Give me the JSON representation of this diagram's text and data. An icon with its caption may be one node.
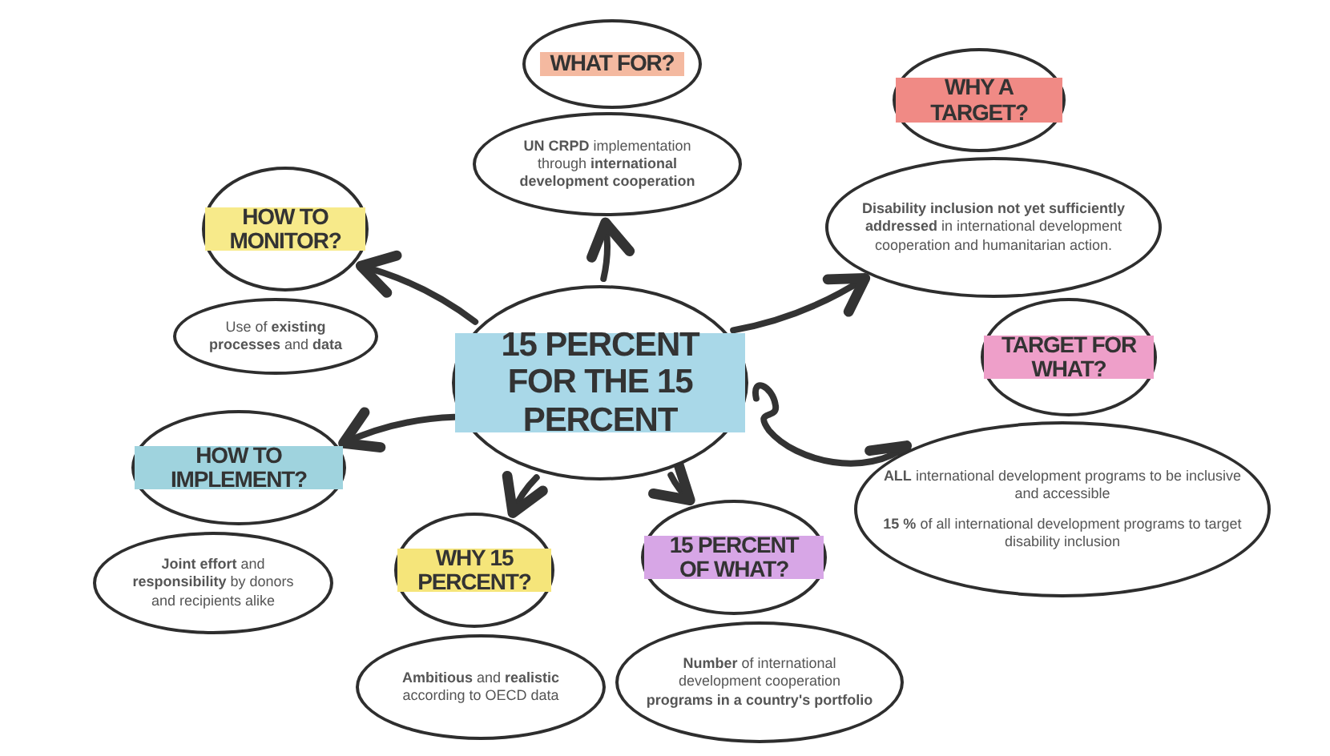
{
  "diagram": {
    "nodes": [
      {
        "text": [
          "15 PERCENT FOR THE 15 PERCENT"
        ]
      },
      {
        "text": [
          "WHAT FOR?"
        ]
      },
      {
        "text": [
          "**UN CRPD** implementation through **international development cooperation**"
        ]
      },
      {
        "text": [
          "WHY A TARGET?"
        ]
      },
      {
        "text": [
          "**Disability inclusion not yet sufficiently addressed** in international development cooperation and humanitarian action."
        ]
      },
      {
        "text": [
          "HOW TO MONITOR?"
        ]
      },
      {
        "text": [
          "Use of **existing processes** and **data**"
        ]
      },
      {
        "text": [
          "TARGET FOR WHAT?"
        ]
      },
      {
        "text": [
          "**ALL** international development programs to be inclusive and accessible",
          "**15 %** of all international development programs to target disability inclusion"
        ]
      },
      {
        "text": [
          "HOW TO IMPLEMENT?"
        ]
      },
      {
        "text": [
          "**Joint effort** and **responsibility** by donors and recipients alike"
        ]
      },
      {
        "text": [
          "WHY 15 PERCENT?"
        ]
      },
      {
        "text": [
          "**Ambitious** and **realistic** according to OECD data"
        ]
      },
      {
        "text": [
          "15 PERCENT OF WHAT?"
        ]
      },
      {
        "text": [
          "**Number** of international development cooperation **programs in a country's portfolio**"
        ]
      }
    ],
    "edges": [
      {
        "from": 0,
        "to": 2,
        "arrow": "to"
      },
      {
        "from": 0,
        "to": 4,
        "arrow": "to"
      },
      {
        "from": 0,
        "to": 5,
        "arrow": "to"
      },
      {
        "from": 0,
        "to": 8,
        "arrow": "to"
      },
      {
        "from": 0,
        "to": 9,
        "arrow": "to"
      },
      {
        "from": 0,
        "to": 11,
        "arrow": "to"
      },
      {
        "from": 0,
        "to": 13,
        "arrow": "to"
      }
    ]
  }
}
